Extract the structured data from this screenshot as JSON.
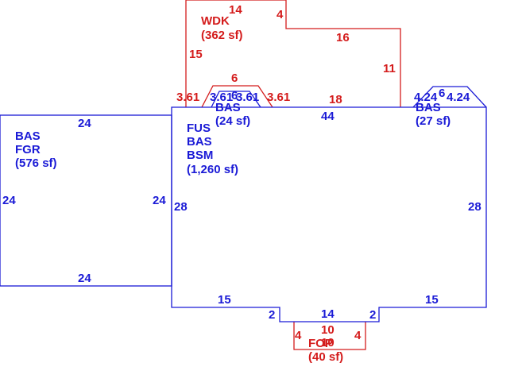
{
  "colors": {
    "main": "#1a1ad6",
    "accent": "#d41c1c",
    "background": "#ffffff"
  },
  "areas": {
    "garage": {
      "codes": [
        "BAS",
        "FGR"
      ],
      "area": "(576 sf)"
    },
    "main": {
      "codes": [
        "FUS",
        "BAS",
        "BSM"
      ],
      "area": "(1,260 sf)"
    },
    "bay_left": {
      "code": "BAS",
      "area": "(24 sf)"
    },
    "bay_right": {
      "code": "BAS",
      "area": "(27 sf)"
    },
    "deck": {
      "code": "WDK",
      "area": "(362 sf)"
    },
    "porch": {
      "code": "FOP",
      "area": "(40 sf)"
    }
  },
  "dimensions": {
    "garage": {
      "top": "24",
      "bottom": "24",
      "left": "24",
      "right": "24"
    },
    "main": {
      "top": "44",
      "left": "28",
      "right": "28",
      "bottom_left": "15",
      "bottom_right": "15",
      "notch_left": "2",
      "notch_right": "2",
      "notch_bottom": "14"
    },
    "bay_left": {
      "top": "6",
      "left": "3.61",
      "right": "3.61"
    },
    "bay_right": {
      "top": "6",
      "left": "4.24",
      "right": "4.24"
    },
    "deck": {
      "top": "14",
      "step_down": "4",
      "step_run": "16",
      "left": "15",
      "right": "11",
      "bottom": "18",
      "left_diag": "3.61",
      "right_diag": "3.61"
    },
    "porch": {
      "top": "10",
      "bottom": "10",
      "left": "4",
      "right": "4"
    }
  }
}
